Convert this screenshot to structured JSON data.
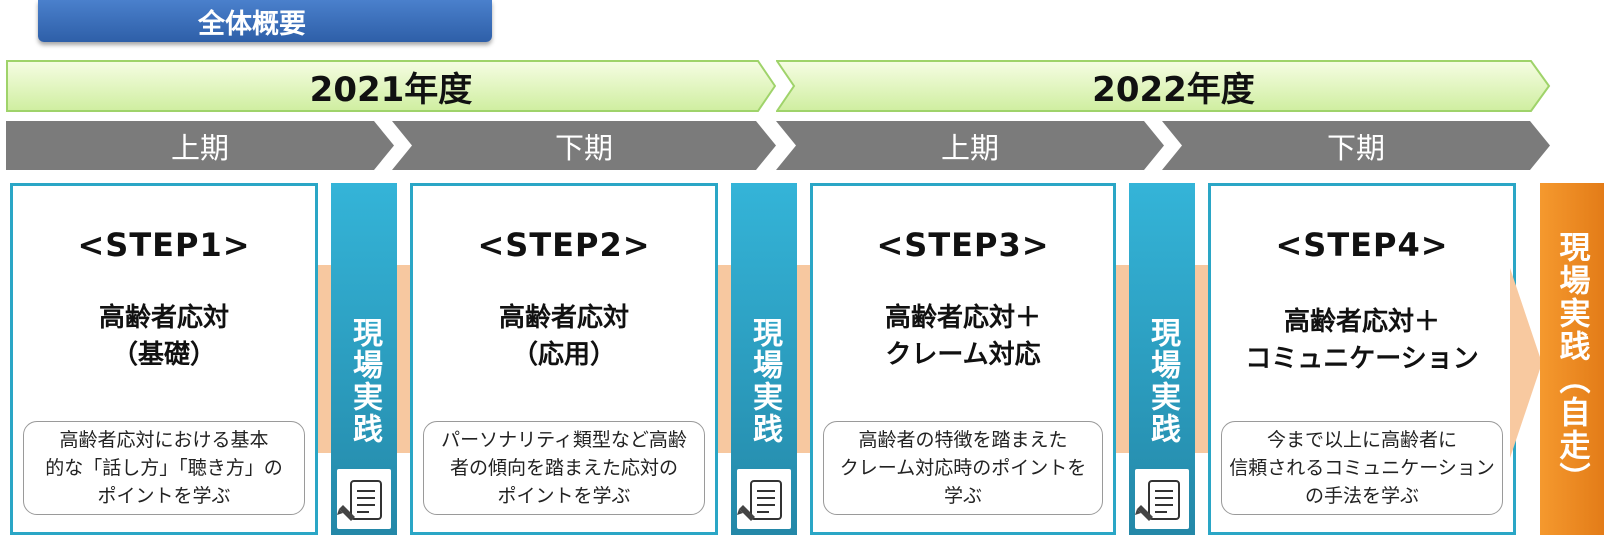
{
  "header": {
    "title": "全体概要"
  },
  "years": [
    {
      "label": "2021年度"
    },
    {
      "label": "2022年度"
    }
  ],
  "halves": [
    {
      "label": "上期"
    },
    {
      "label": "下期"
    },
    {
      "label": "上期"
    },
    {
      "label": "下期"
    }
  ],
  "steps": [
    {
      "title": "<STEP1>",
      "subtitle_lines": [
        "高齢者応対",
        "（基礎）"
      ],
      "desc_lines": [
        "高齢者応対における基本",
        "的な「話し方」「聴き方」の",
        "ポイントを学ぶ"
      ]
    },
    {
      "title": "<STEP2>",
      "subtitle_lines": [
        "高齢者応対",
        "（応用）"
      ],
      "desc_lines": [
        "パーソナリティ類型など高齢",
        "者の傾向を踏まえた応対の",
        "ポイントを学ぶ"
      ]
    },
    {
      "title": "<STEP3>",
      "subtitle_lines": [
        "高齢者応対＋",
        "クレーム対応"
      ],
      "desc_lines": [
        "高齢者の特徴を踏まえた",
        "クレーム対応時のポイントを",
        "学ぶ"
      ]
    },
    {
      "title": "<STEP4>",
      "subtitle_lines": [
        "高齢者応対＋",
        "コミュニケーション"
      ],
      "desc_lines": [
        "今まで以上に高齢者に",
        "信頼されるコミュニケーション",
        "の手法を学ぶ"
      ]
    }
  ],
  "field_practice": {
    "label": "現場実践"
  },
  "self_practice": {
    "label": "現場実践（自走）"
  },
  "icons": {
    "practice_note": "notepad-pencil-icon"
  },
  "colors": {
    "header_blue": "#3a6fbd",
    "year_green": "#e6f7c3",
    "half_grey": "#7b7b7b",
    "step_border": "#2aa6c6",
    "field_blue": "#2ea2c7",
    "self_orange": "#f08a24"
  }
}
